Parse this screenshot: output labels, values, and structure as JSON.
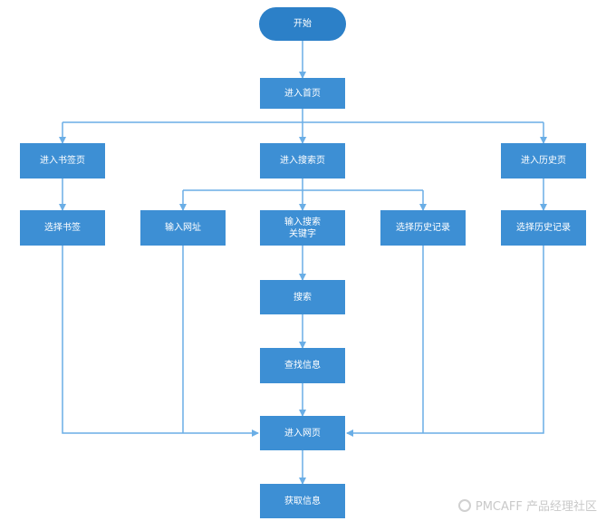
{
  "nodes": {
    "start": "开始",
    "home": "进入首页",
    "bookmark_page": "进入书签页",
    "search_page": "进入搜索页",
    "history_page": "进入历史页",
    "select_bookmark": "选择书签",
    "enter_url": "输入网址",
    "enter_keyword": "输入搜索\n关键字",
    "select_history_left": "选择历史记录",
    "select_history_right": "选择历史记录",
    "search": "搜索",
    "find_info": "查找信息",
    "enter_webpage": "进入网页",
    "get_info": "获取信息"
  },
  "watermark": "PMCAFF 产品经理社区",
  "colors": {
    "node": "#3d8fd4",
    "start": "#2c80c8",
    "line": "#6aaee6"
  }
}
